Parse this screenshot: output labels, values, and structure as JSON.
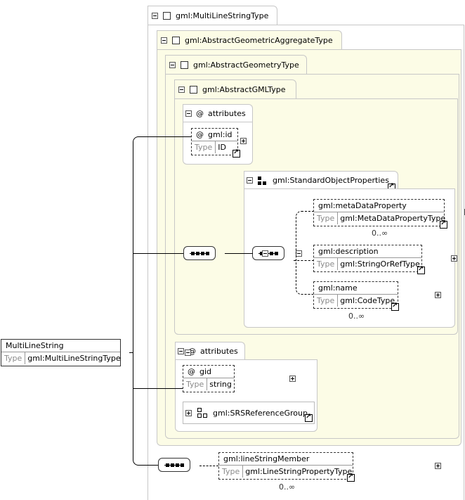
{
  "complex_type": "gml:MultiLineStringType",
  "aggregate_type": "gml:AbstractGeometricAggregateType",
  "geometry_type": "gml:AbstractGeometryType",
  "gml_type": "gml:AbstractGMLType",
  "attributes_label": "attributes",
  "attr_marker": "@",
  "gml_id": {
    "name": "gml:id",
    "type_label": "Type",
    "type": "ID"
  },
  "standard_props": {
    "name": "gml:StandardObjectProperties"
  },
  "meta_data_property": {
    "name": "gml:metaDataProperty",
    "type_label": "Type",
    "type": "gml:MetaDataPropertyType",
    "occurrence": "0..∞"
  },
  "description": {
    "name": "gml:description",
    "type_label": "Type",
    "type": "gml:StringOrRefType"
  },
  "name_el": {
    "name": "gml:name",
    "type_label": "Type",
    "type": "gml:CodeType",
    "occurrence": "0..∞"
  },
  "root": {
    "name": "MultiLineString",
    "type_label": "Type",
    "type": "gml:MultiLineStringType"
  },
  "attributes2_label": "attributes",
  "gid": {
    "name": "gid",
    "type_label": "Type",
    "type": "string"
  },
  "srs_group": {
    "name": "gml:SRSReferenceGroup"
  },
  "line_string_member": {
    "name": "gml:lineStringMember",
    "type_label": "Type",
    "type": "gml:LineStringPropertyType",
    "occurrence": "0..∞"
  }
}
